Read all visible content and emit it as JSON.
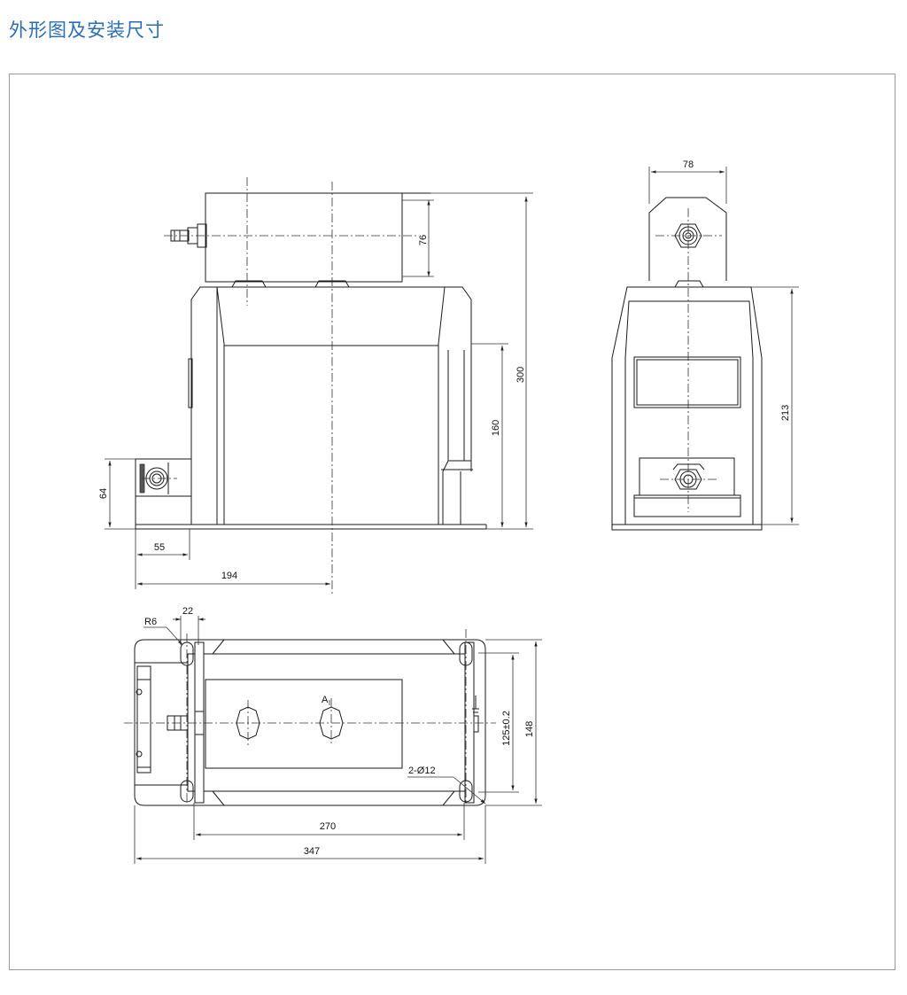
{
  "title": "外形图及安装尺寸",
  "dimensions": {
    "d76": "76",
    "d300": "300",
    "d160": "160",
    "d64": "64",
    "d55": "55",
    "d194": "194",
    "d78": "78",
    "d213": "213",
    "r6": "R6",
    "d22": "22",
    "label_a": "A",
    "holes": "2-Ø12",
    "d125": "125±0.2",
    "d148": "148",
    "d270": "270",
    "d347": "347"
  }
}
